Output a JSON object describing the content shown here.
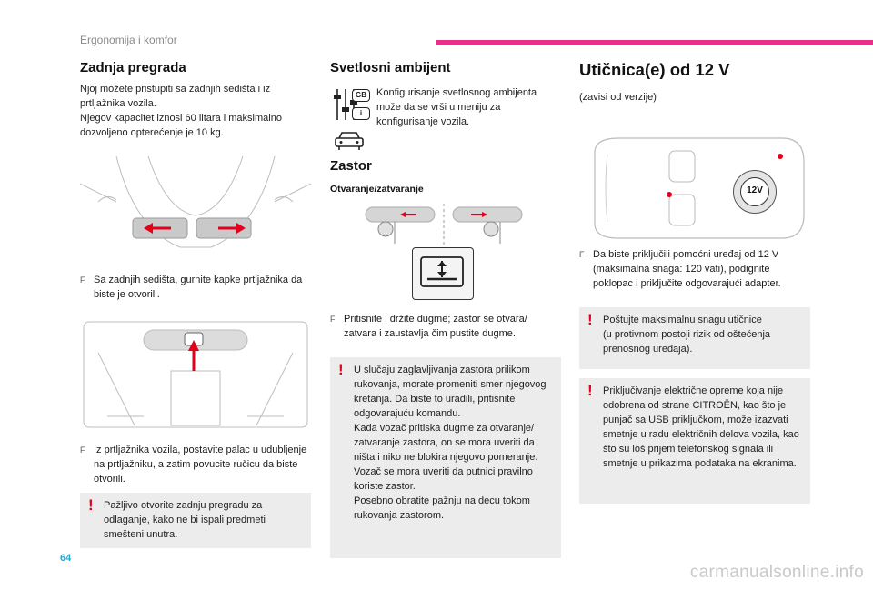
{
  "header": {
    "section_title": "Ergonomija i komfor"
  },
  "col1": {
    "title": "Zadnja pregrada",
    "intro": "Njoj možete pristupiti sa zadnjih sedišta i iz prtljažnika vozila.\nNjegov kapacitet iznosi 60 litara i maksimalno dozvoljeno opterećenje je 10 kg.",
    "step1": "Sa zadnjih sedišta, gurnite kapke prtljažnika da biste je otvorili.",
    "step2": "Iz prtljažnika vozila, postavite palac u udubljenje na prtljažniku, a zatim povucite ručicu da biste otvorili.",
    "warning": "Pažljivo otvorite zadnju pregradu za odlaganje, kako ne bi ispali predmeti smešteni unutra."
  },
  "col2": {
    "title": "Svetlosni ambijent",
    "config_text": "Konfigurisanje svetlosnog ambijenta može da se vrši u meniju za konfigurisanje vozila.",
    "badge_gb": "GB",
    "badge_i": "i",
    "zastor_title": "Zastor",
    "zastor_sub": "Otvaranje/zatvaranje",
    "step": "Pritisnite i držite dugme; zastor se otvara/ zatvara i zaustavlja čim pustite dugme.",
    "warning": "U slučaju zaglavljivanja zastora prilikom rukovanja, morate promeniti smer njegovog kretanja. Da biste to uradili, pritisnite odgovarajuću komandu.\nKada vozač pritiska dugme za otvaranje/ zatvaranje zastora, on se mora uveriti da ništa i niko ne blokira njegovo pomeranje.\nVozač se mora uveriti da putnici pravilno koriste zastor.\nPosebno obratite pažnju na decu tokom rukovanja zastorom."
  },
  "col3": {
    "title": "Utičnica(e) od 12 V",
    "subtitle": "(zavisi od verzije)",
    "socket_label": "12V",
    "step": "Da biste priključili pomoćni uređaj od 12 V (maksimalna snaga: 120 vati), podignite poklopac i priključite odgovarajući adapter.",
    "warning1": "Poštujte maksimalnu snagu utičnice\n(u protivnom postoji rizik od oštećenja prenosnog uređaja).",
    "warning2": "Priključivanje električne opreme koja nije odobrena od strane CITROËN, kao što je punjač sa USB priključkom, može izazvati smetnje u radu električnih delova vozila, kao što su loš prijem telefonskog signala ili smetnje u prikazima podataka na ekranima."
  },
  "page_number": "64",
  "footer_mark": "carmanualsonline.info",
  "bullet_symbol": "F",
  "warning_symbol": "!",
  "colors": {
    "accent": "#e8308a",
    "warning": "#e2001a",
    "page_number": "#2aa6c9",
    "box_bg": "#ececec"
  }
}
